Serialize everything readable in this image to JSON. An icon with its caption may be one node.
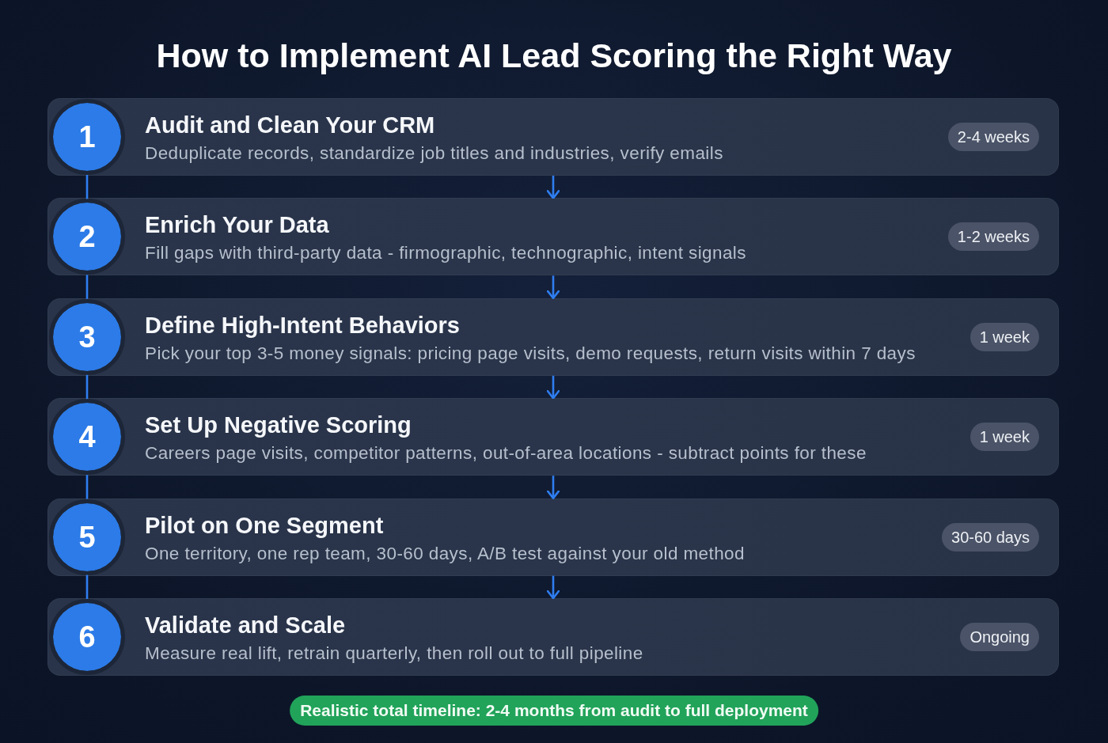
{
  "diagram": {
    "title": "How to Implement AI Lead Scoring the Right Way",
    "nodes": [
      {
        "text": [
          "Audit and Clean Your CRM",
          "Deduplicate records, standardize job titles and industries, verify emails"
        ]
      },
      {
        "text": [
          "1"
        ],
        "in": 0
      },
      {
        "text": [
          "2-4 weeks"
        ],
        "in": 0
      },
      {
        "text": [
          "Enrich Your Data",
          "Fill gaps with third-party data - firmographic, technographic, intent signals"
        ]
      },
      {
        "text": [
          "2"
        ],
        "in": 3
      },
      {
        "text": [
          "1-2 weeks"
        ],
        "in": 3
      },
      {
        "text": [
          "Define High-Intent Behaviors",
          "Pick your top 3-5 money signals: pricing page visits, demo requests, return visits within 7 days"
        ]
      },
      {
        "text": [
          "3"
        ],
        "in": 6
      },
      {
        "text": [
          "1 week"
        ],
        "in": 6
      },
      {
        "text": [
          "Set Up Negative Scoring",
          "Careers page visits, competitor patterns, out-of-area locations - subtract points for these"
        ]
      },
      {
        "text": [
          "4"
        ],
        "in": 9
      },
      {
        "text": [
          "1 week"
        ],
        "in": 9
      },
      {
        "text": [
          "Pilot on One Segment",
          "One territory, one rep team, 30-60 days, A/B test against your old method"
        ]
      },
      {
        "text": [
          "5"
        ],
        "in": 12
      },
      {
        "text": [
          "30-60 days"
        ],
        "in": 12
      },
      {
        "text": [
          "Validate and Scale",
          "Measure real lift, retrain quarterly, then roll out to full pipeline"
        ]
      },
      {
        "text": [
          "6"
        ],
        "in": 15
      },
      {
        "text": [
          "Ongoing"
        ],
        "in": 15
      },
      {
        "text": [
          "Realistic total timeline: 2-4 months from audit to full deployment"
        ]
      }
    ],
    "edges": [
      {
        "from": 1,
        "to": 4,
        "arrow": "none"
      },
      {
        "from": 0,
        "to": 3,
        "arrow": "to"
      },
      {
        "from": 4,
        "to": 7,
        "arrow": "none"
      },
      {
        "from": 3,
        "to": 6,
        "arrow": "to"
      },
      {
        "from": 7,
        "to": 10,
        "arrow": "none"
      },
      {
        "from": 6,
        "to": 9,
        "arrow": "to"
      },
      {
        "from": 10,
        "to": 13,
        "arrow": "none"
      },
      {
        "from": 9,
        "to": 12,
        "arrow": "to"
      },
      {
        "from": 13,
        "to": 16,
        "arrow": "none"
      },
      {
        "from": 12,
        "to": 15,
        "arrow": "to"
      }
    ]
  }
}
